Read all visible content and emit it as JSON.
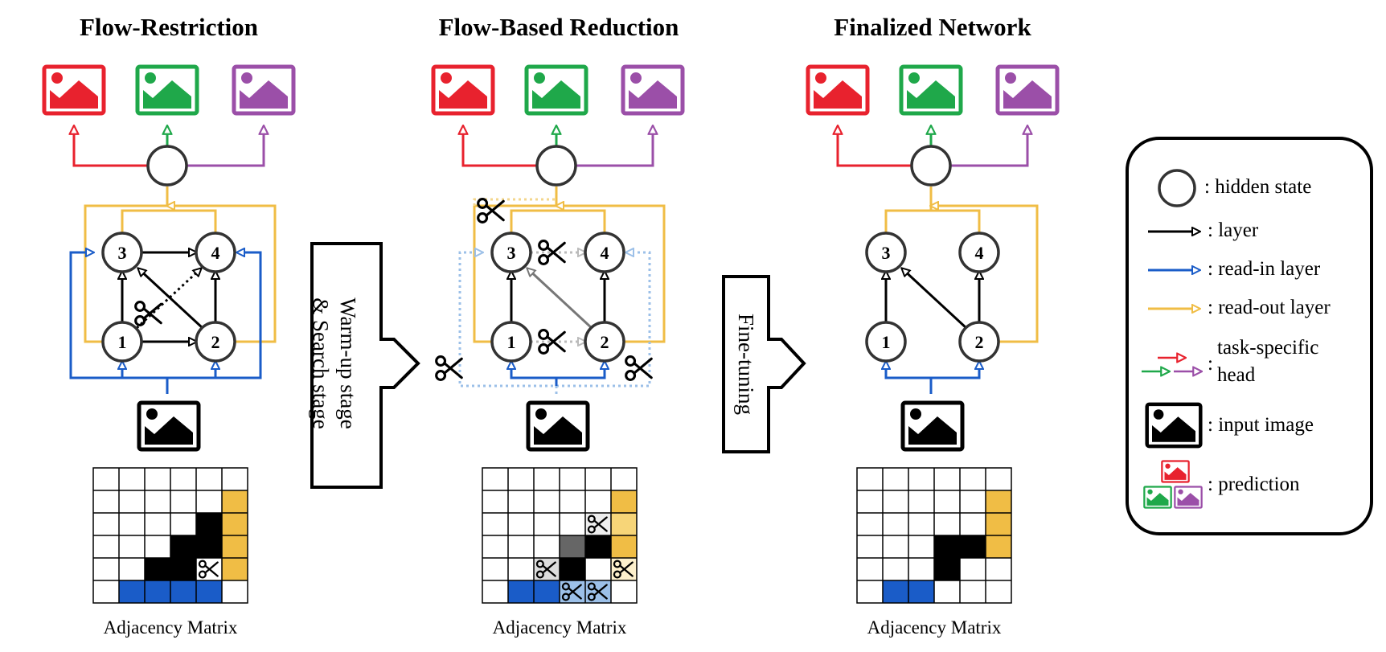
{
  "panels": [
    {
      "title": "Flow-Restriction",
      "matrix_label": "Adjacency Matrix"
    },
    {
      "title": "Flow-Based Reduction",
      "matrix_label": "Adjacency Matrix"
    },
    {
      "title": "Finalized Network",
      "matrix_label": "Adjacency Matrix"
    }
  ],
  "stages": {
    "stage1": {
      "line1": "Warm-up stage",
      "line2": "& Search stage"
    },
    "stage2": {
      "line1": "Fine-tuning"
    }
  },
  "node_labels": [
    "1",
    "2",
    "3",
    "4"
  ],
  "legend": {
    "hidden_state": ": hidden state",
    "layer": ": layer",
    "read_in": ": read-in layer",
    "read_out": ": read-out layer",
    "task_head_line1": "task-specific",
    "task_head_line2": "head",
    "task_head_colon": ":",
    "input_image": ": input image",
    "prediction": ": prediction"
  },
  "colors": {
    "red": "#e8222e",
    "green": "#1fa84a",
    "purple": "#9b4fa8",
    "blue": "#1a5cc8",
    "yellow": "#f0bd45",
    "black": "#000000"
  }
}
